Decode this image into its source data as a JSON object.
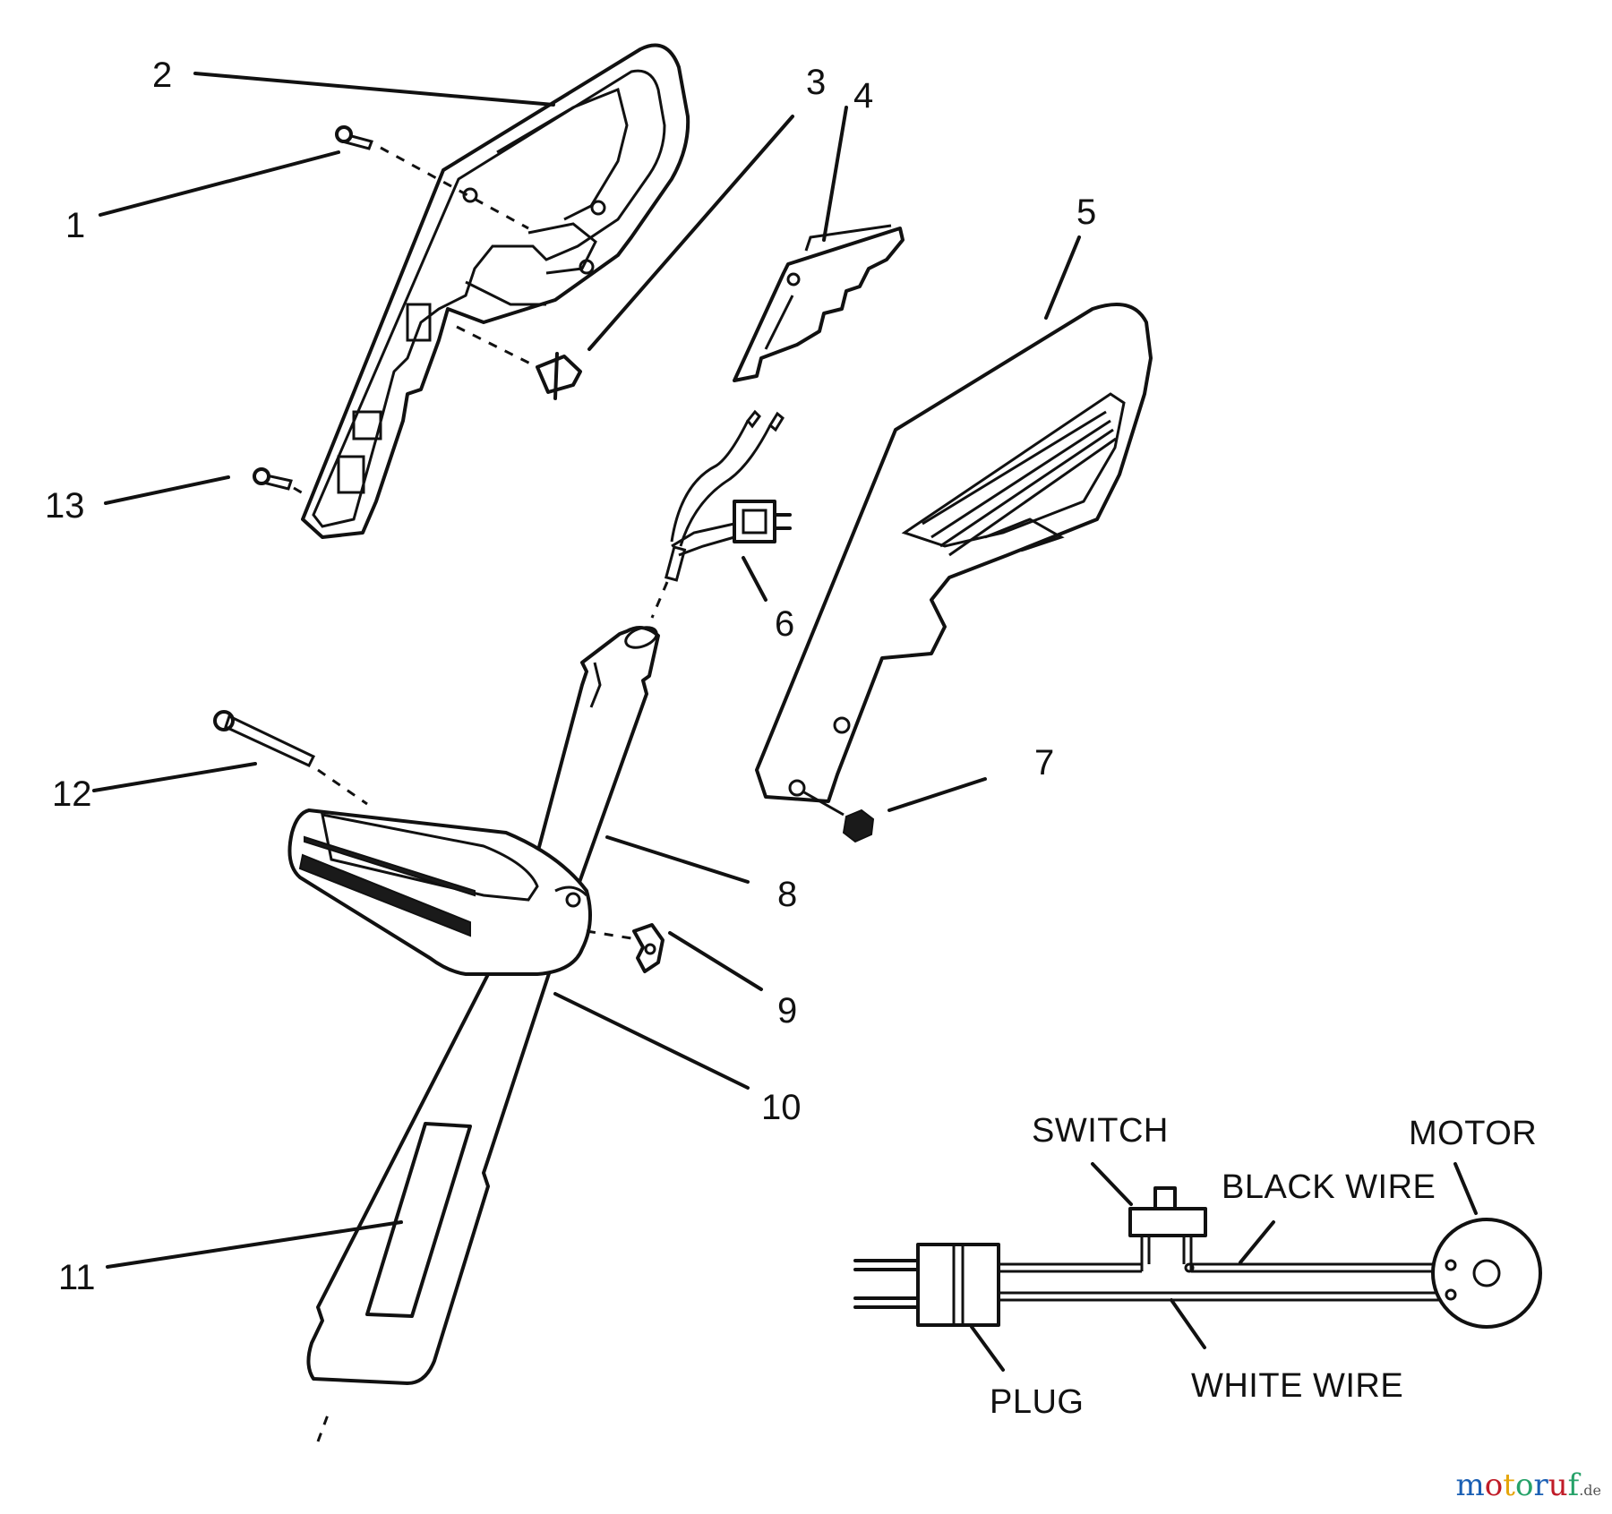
{
  "parts": [
    {
      "id": "part-1",
      "number": "1"
    },
    {
      "id": "part-2",
      "number": "2"
    },
    {
      "id": "part-3",
      "number": "3"
    },
    {
      "id": "part-4",
      "number": "4"
    },
    {
      "id": "part-5",
      "number": "5"
    },
    {
      "id": "part-6",
      "number": "6"
    },
    {
      "id": "part-7",
      "number": "7"
    },
    {
      "id": "part-8",
      "number": "8"
    },
    {
      "id": "part-9",
      "number": "9"
    },
    {
      "id": "part-10",
      "number": "10"
    },
    {
      "id": "part-11",
      "number": "11"
    },
    {
      "id": "part-12",
      "number": "12"
    },
    {
      "id": "part-13",
      "number": "13"
    }
  ],
  "wiring": {
    "switch": "SWITCH",
    "motor": "MOTOR",
    "black_wire": "BLACK WIRE",
    "white_wire": "WHITE WIRE",
    "plug": "PLUG"
  },
  "watermark": {
    "text": "motoruf.de",
    "colors": [
      "#1a5fb4",
      "#c01c28",
      "#e5a50a",
      "#26a269",
      "#1a5fb4",
      "#c01c28",
      "#26a269"
    ]
  }
}
